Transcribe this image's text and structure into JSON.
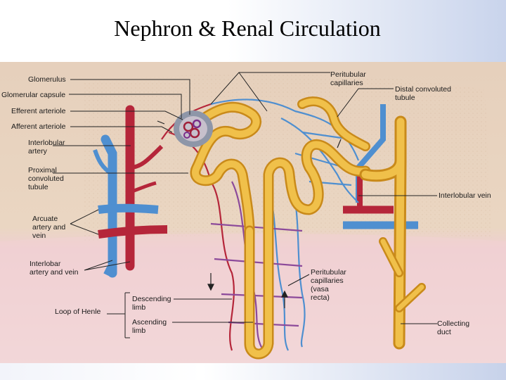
{
  "slide": {
    "title": "Nephron & Renal Circulation"
  },
  "labels": {
    "glomerulus": "Glomerulus",
    "glomerular_capsule": "Glomerular capsule",
    "efferent_arteriole": "Efferent arteriole",
    "afferent_arteriole": "Afferent arteriole",
    "interlobular_artery": [
      "Interlobular",
      "artery"
    ],
    "proximal_tubule": [
      "Proximal",
      "convoluted",
      "tubule"
    ],
    "arcuate": [
      "Arcuate",
      "artery and",
      "vein"
    ],
    "interlobar": [
      "Interlobar",
      "artery and vein"
    ],
    "loop_of_henle": "Loop of Henle",
    "descending_limb": [
      "Descending",
      "limb"
    ],
    "ascending_limb": [
      "Ascending",
      "limb"
    ],
    "peritubular_top": [
      "Peritubular",
      "capillaries"
    ],
    "distal_tubule": [
      "Distal convoluted",
      "tubule"
    ],
    "interlobular_vein": "Interlobular vein",
    "vasa_recta": [
      "Peritubular",
      "capillaries",
      "(vasa",
      "recta)"
    ],
    "collecting_duct": [
      "Collecting",
      "duct"
    ]
  },
  "colors": {
    "artery": "#b5263a",
    "vein": "#4f8fd0",
    "tubule": "#e2a52a",
    "cortex": "#ead6c0",
    "medulla": "#ecc8cc"
  }
}
